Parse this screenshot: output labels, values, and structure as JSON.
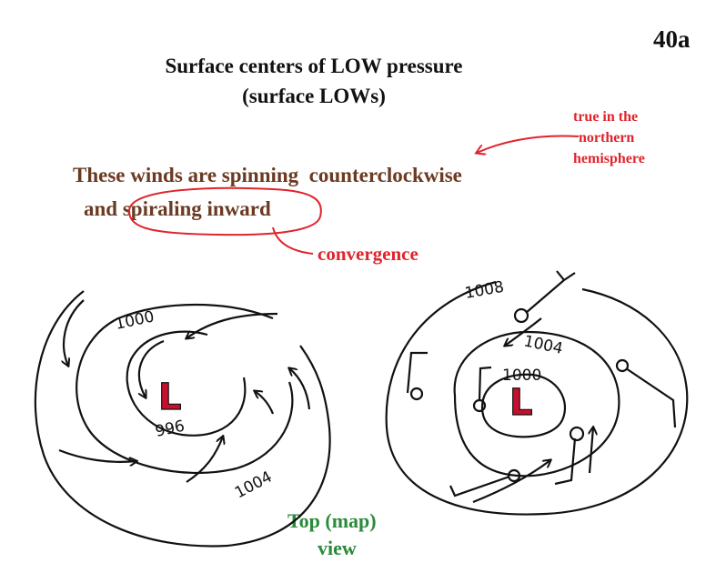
{
  "page_number": "40a",
  "title_line1": "Surface centers of  LOW  pressure",
  "title_line2": "(surface LOWs)",
  "hemisphere_note": [
    "true in the",
    "northern",
    "hemisphere"
  ],
  "winds_line1": "These winds are spinning  counterclockwise",
  "winds_line2_prefix": "and ",
  "winds_line2_highlight": "spiraling inward",
  "convergence_label": "convergence",
  "left_map": {
    "center_letter": "L",
    "isobar_labels": [
      "1000",
      "996",
      "1004"
    ]
  },
  "right_map": {
    "center_letter": "L",
    "isobar_labels": [
      "1008",
      "1004",
      "1000"
    ]
  },
  "view_label_line1": "Top (map)",
  "view_label_line2": "view",
  "colors": {
    "red": "#e0242c",
    "brown": "#6b3a22",
    "green": "#2a8a3a",
    "ink": "#111111"
  }
}
